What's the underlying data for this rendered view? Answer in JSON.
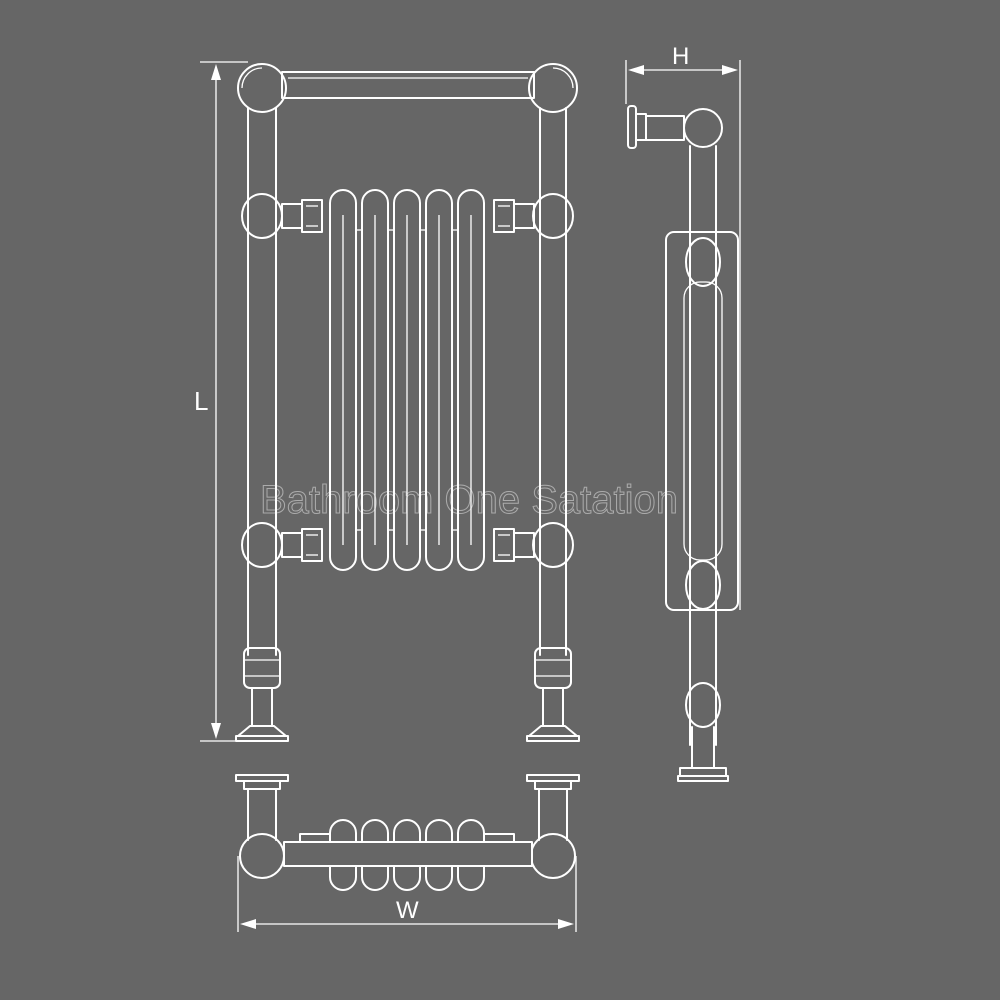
{
  "labels": {
    "height_dim": "L",
    "depth_dim": "H",
    "width_dim": "W"
  },
  "watermark": "Bathroom One Satation",
  "colors": {
    "background": "#666666",
    "line": "#ffffff"
  }
}
